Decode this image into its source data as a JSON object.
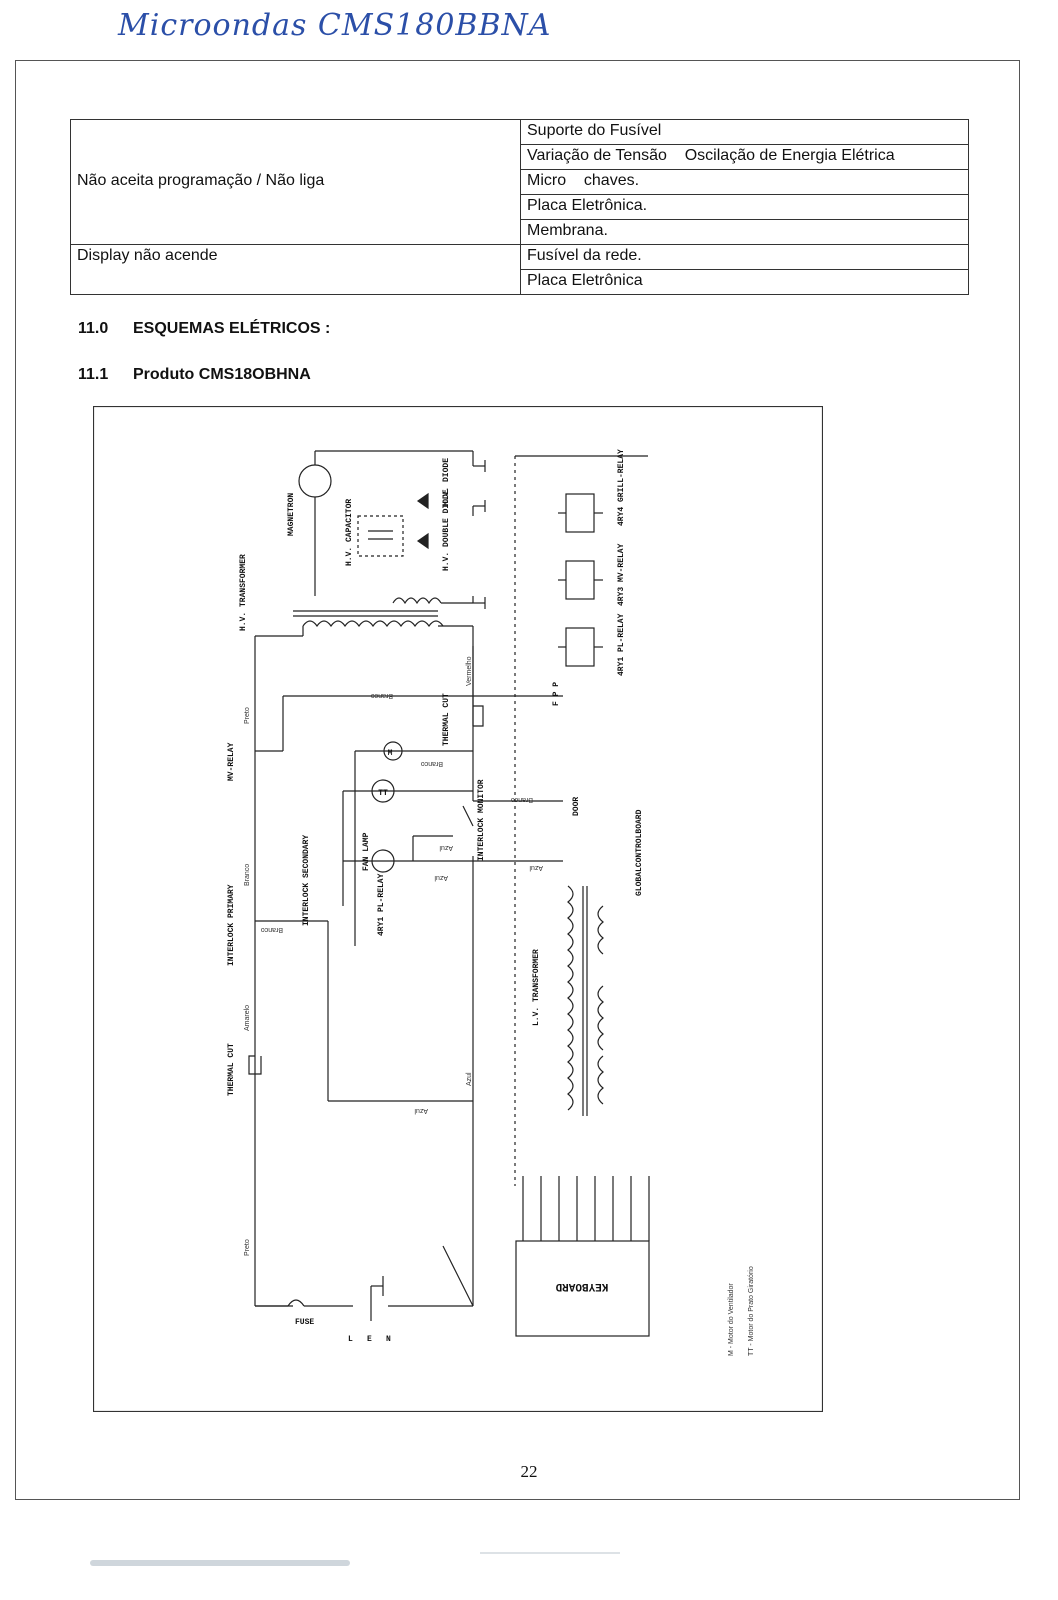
{
  "header": {
    "handwritten_note": "Microondas CMS180BBNA"
  },
  "diagnosis_table": {
    "rows": [
      {
        "left": "",
        "right": "Suporte do Fusível"
      },
      {
        "left": "",
        "right": "Variação de Tensão    Oscilação de Energia Elétrica"
      },
      {
        "left": "Não aceita programação / Não liga",
        "right": "Micro    chaves."
      },
      {
        "left": "",
        "right": "Placa Eletrônica."
      },
      {
        "left": "",
        "right": "Membrana."
      },
      {
        "left": "Display não acende",
        "right": "Fusível da rede."
      },
      {
        "left": "",
        "right": "Placa Eletrônica"
      }
    ]
  },
  "sections": {
    "s11_num": "11.0",
    "s11_title": "ESQUEMAS ELÉTRICOS :",
    "s111_num": "11.1",
    "s111_title": "Produto CMS18OBHNA"
  },
  "schematic": {
    "labels": {
      "magnetron": "MAGNETRON",
      "hv_capacitor": "H.V. CAPACITOR",
      "hv_diode": "H.V. DIODE",
      "double_diode": "H.V. DOUBLE DIODE",
      "hv_transformer": "H.V. TRANSFORMER",
      "rly_04": "4RY4 GRILL-RELAY",
      "rly_03": "4RY3 MV-RELAY",
      "rly_01": "4RY1 PL-RELAY",
      "f_pin": "F P P",
      "thermal_cut_1": "THERMAL CUT",
      "mv_rel": "MV-RELAY",
      "motor_m": "M",
      "motor_tt": "TT",
      "fan_lamp": "FAN LAMP",
      "interlock_monitor": "INTERLOCK MONITOR",
      "interlock_primary": "INTERLOCK PRIMARY",
      "interlock_secondary": "INTERLOCK SECONDARY",
      "pl_relay": "4RY1 PL-RELAY",
      "door": "DOOR",
      "global_control_board": "GLOBALCONTROLBOARD",
      "lv_transformer": "L.V. TRANSFORMER",
      "thermal_cut_2": "THERMAL CUT",
      "fuse": "FUSE",
      "keyboard": "KEYBOARD",
      "l_pin": "L",
      "e_pin": "E",
      "n_pin": "N",
      "wire_preto": "Preto",
      "wire_branco": "Branco",
      "wire_vermelho": "Vermelho",
      "wire_azul": "Azul",
      "wire_amarelo": "Amarelo",
      "legend_m": "M - Motor do Ventilador",
      "legend_tt": "TT - Motor do Prato Giratório"
    }
  },
  "footer": {
    "page_number": "22"
  }
}
